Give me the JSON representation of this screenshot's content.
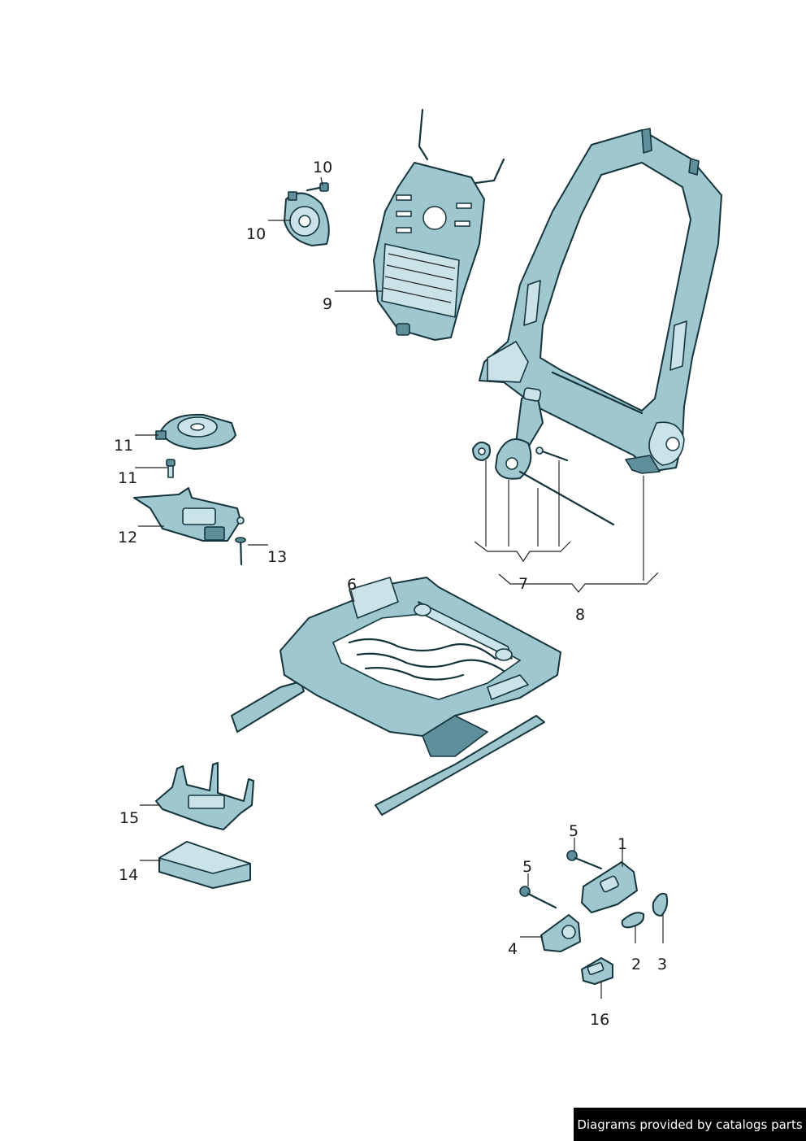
{
  "diagram": {
    "callouts": [
      {
        "id": "callout-1",
        "text": "1"
      },
      {
        "id": "callout-2",
        "text": "2"
      },
      {
        "id": "callout-3",
        "text": "3"
      },
      {
        "id": "callout-4",
        "text": "4"
      },
      {
        "id": "callout-5a",
        "text": "5"
      },
      {
        "id": "callout-5b",
        "text": "5"
      },
      {
        "id": "callout-6",
        "text": "6"
      },
      {
        "id": "callout-7",
        "text": "7"
      },
      {
        "id": "callout-8",
        "text": "8"
      },
      {
        "id": "callout-9",
        "text": "9"
      },
      {
        "id": "callout-10a",
        "text": "10"
      },
      {
        "id": "callout-10b",
        "text": "10"
      },
      {
        "id": "callout-11a",
        "text": "11"
      },
      {
        "id": "callout-11b",
        "text": "11"
      },
      {
        "id": "callout-12",
        "text": "12"
      },
      {
        "id": "callout-13",
        "text": "13"
      },
      {
        "id": "callout-14",
        "text": "14"
      },
      {
        "id": "callout-15",
        "text": "15"
      },
      {
        "id": "callout-16",
        "text": "16"
      }
    ],
    "colors": {
      "part_fill": "#9ec7cf",
      "part_outline": "#15343c",
      "background": "#ffffff"
    }
  },
  "footer": {
    "text": "Diagrams provided by catalogs parts"
  }
}
